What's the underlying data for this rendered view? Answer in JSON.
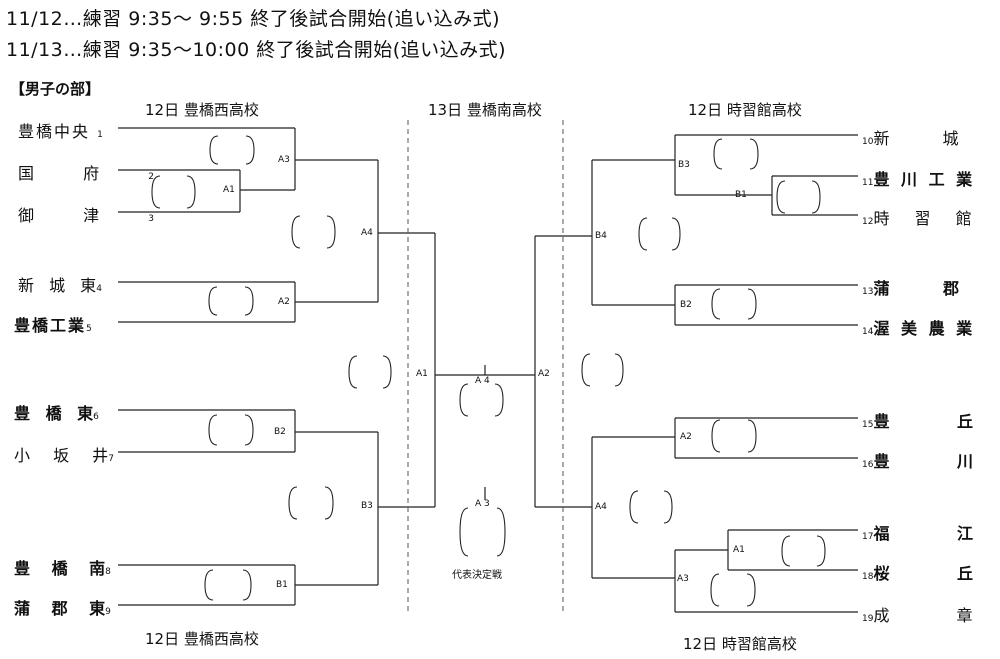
{
  "header": {
    "line1": "11/12…練習 9:35～ 9:55 終了後試合開始(追い込み式)",
    "line2": "11/13…練習 9:35～10:00 終了後試合開始(追い込み式)"
  },
  "section_title": "【男子の部】",
  "venues": {
    "top_left": "12日 豊橋西高校",
    "top_center": "13日 豊橋南高校",
    "top_right": "12日 時習館高校",
    "bottom_left": "12日 豊橋西高校",
    "bottom_right": "12日 時習館高校"
  },
  "teams_left": [
    {
      "name": "豊橋中央",
      "num": "1"
    },
    {
      "name": "国 府",
      "num": "2"
    },
    {
      "name": "御 津",
      "num": "3"
    },
    {
      "name": "新 城 東",
      "num": "4"
    },
    {
      "name": "豊橋工業",
      "num": "5"
    },
    {
      "name": "豊 橋 東",
      "num": "6"
    },
    {
      "name": "小 坂 井",
      "num": "7"
    },
    {
      "name": "豊 橋 南",
      "num": "8"
    },
    {
      "name": "蒲 郡 東",
      "num": "9"
    }
  ],
  "teams_right": [
    {
      "name": "新 城",
      "num": "10"
    },
    {
      "name": "豊 川 工 業",
      "num": "11"
    },
    {
      "name": "時 習 館",
      "num": "12"
    },
    {
      "name": "蒲 郡",
      "num": "13"
    },
    {
      "name": "渥 美 農 業",
      "num": "14"
    },
    {
      "name": "豊 丘",
      "num": "15"
    },
    {
      "name": "豊 川",
      "num": "16"
    },
    {
      "name": "福 江",
      "num": "17"
    },
    {
      "name": "桜 丘",
      "num": "18"
    },
    {
      "name": "成 章",
      "num": "19"
    }
  ],
  "match_codes": {
    "l_a1": "A1",
    "l_a3": "A3",
    "l_a2": "A2",
    "l_a4": "A4",
    "l_b1": "B1",
    "l_b2": "B2",
    "l_b3": "B3",
    "r_b1": "B1",
    "r_b3": "B3",
    "r_b2": "B2",
    "r_b4": "B4",
    "r_a1": "A1",
    "r_a3": "A3",
    "r_a2": "A2",
    "r_a4": "A4",
    "c_a1": "A1",
    "c_a2": "A2",
    "c_a4": "A 4",
    "c_a3": "A 3"
  },
  "final_label": "代表決定戦"
}
